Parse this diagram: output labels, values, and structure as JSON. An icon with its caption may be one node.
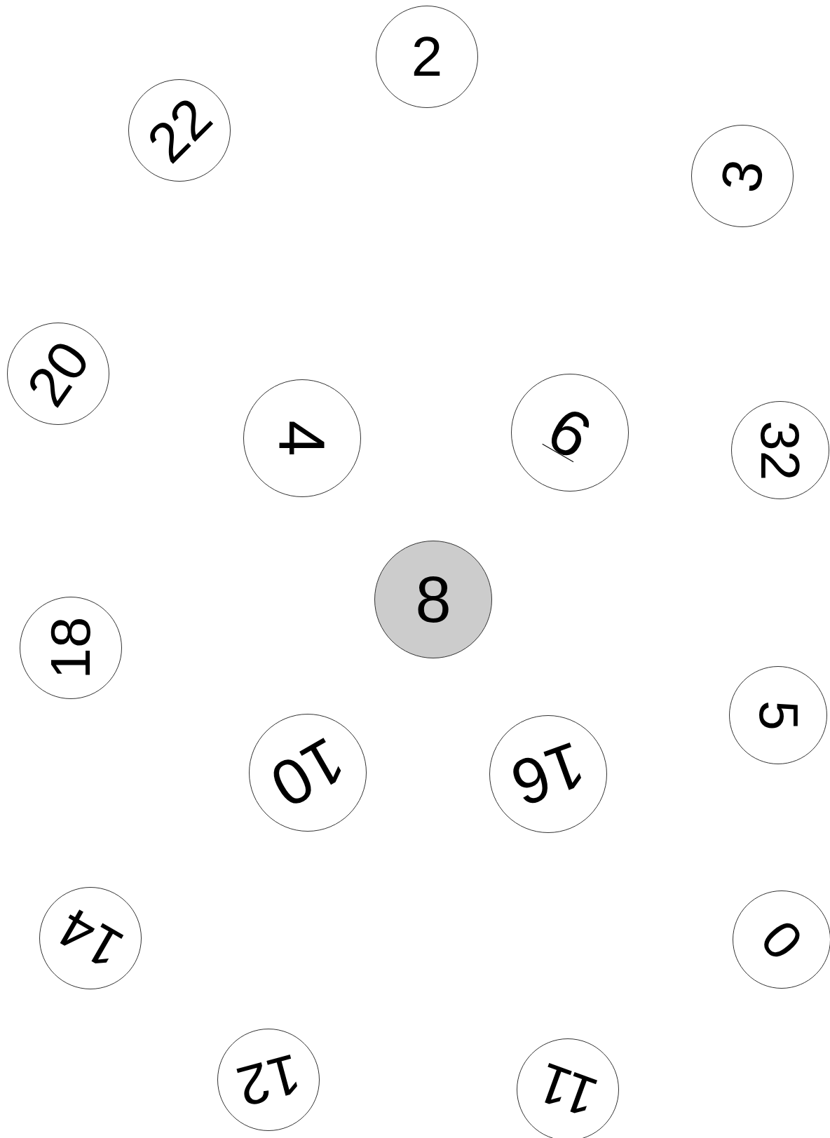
{
  "diagram": {
    "nodes": [
      {
        "text": [
          "2"
        ]
      },
      {
        "text": [
          "22"
        ]
      },
      {
        "text": [
          "3"
        ]
      },
      {
        "text": [
          "20"
        ]
      },
      {
        "text": [
          "6"
        ]
      },
      {
        "text": [
          "4"
        ]
      },
      {
        "text": [
          "32"
        ]
      },
      {
        "text": [
          "8"
        ]
      },
      {
        "text": [
          "18"
        ]
      },
      {
        "text": [
          "5"
        ]
      },
      {
        "text": [
          "10"
        ]
      },
      {
        "text": [
          "16"
        ]
      },
      {
        "text": [
          "14"
        ]
      },
      {
        "text": [
          "0"
        ]
      },
      {
        "text": [
          "12"
        ]
      },
      {
        "text": [
          "11"
        ]
      }
    ]
  }
}
